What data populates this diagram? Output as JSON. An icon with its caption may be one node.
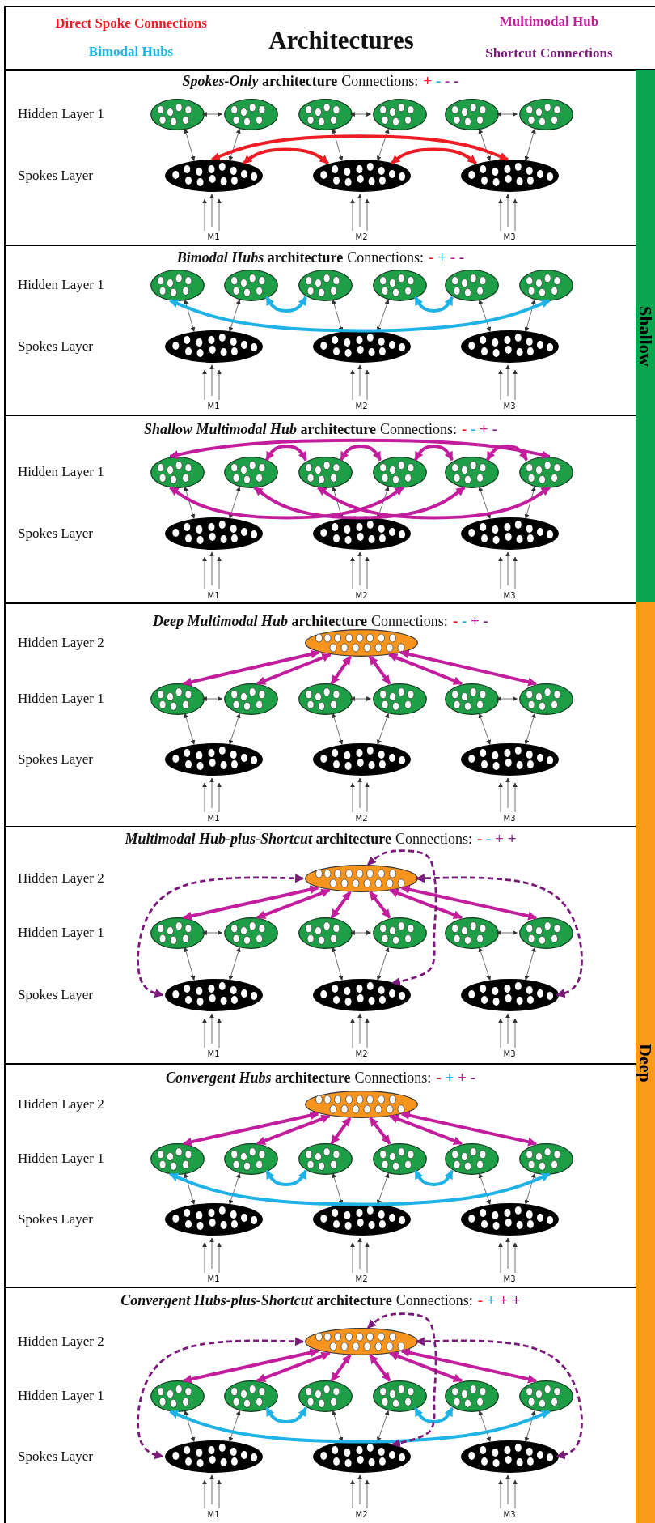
{
  "diagram": {
    "title": "Architectures",
    "nodes": [
      {
        "text": [
          "*Spokes-Only* architecture",
          "Connections:",
          "+ - - -",
          "Hidden Layer 1",
          "Spokes Layer"
        ]
      },
      {
        "text": [],
        "shape": "ellipse",
        "in": 0
      },
      {
        "text": [],
        "shape": "ellipse",
        "in": 0
      },
      {
        "text": [],
        "shape": "ellipse",
        "in": 0
      },
      {
        "text": [],
        "shape": "ellipse",
        "in": 0
      },
      {
        "text": [],
        "shape": "ellipse",
        "in": 0
      },
      {
        "text": [],
        "shape": "ellipse",
        "in": 0
      },
      {
        "text": [],
        "shape": "ellipse",
        "in": 0
      },
      {
        "text": [],
        "shape": "ellipse",
        "in": 0
      },
      {
        "text": [],
        "shape": "ellipse",
        "in": 0
      },
      {
        "text": [
          "M1"
        ],
        "in": 0
      },
      {
        "text": [
          "M2"
        ],
        "in": 0
      },
      {
        "text": [
          "M3"
        ],
        "in": 0
      },
      {
        "text": [
          "*Bimodal Hubs* architecture",
          "Connections:",
          "- + - -",
          "Hidden Layer 1",
          "Spokes Layer"
        ]
      },
      {
        "text": [],
        "shape": "ellipse",
        "in": 13
      },
      {
        "text": [],
        "shape": "ellipse",
        "in": 13
      },
      {
        "text": [],
        "shape": "ellipse",
        "in": 13
      },
      {
        "text": [],
        "shape": "ellipse",
        "in": 13
      },
      {
        "text": [],
        "shape": "ellipse",
        "in": 13
      },
      {
        "text": [],
        "shape": "ellipse",
        "in": 13
      },
      {
        "text": [],
        "shape": "ellipse",
        "in": 13
      },
      {
        "text": [],
        "shape": "ellipse",
        "in": 13
      },
      {
        "text": [],
        "shape": "ellipse",
        "in": 13
      },
      {
        "text": [
          "M1"
        ],
        "in": 13
      },
      {
        "text": [
          "M2"
        ],
        "in": 13
      },
      {
        "text": [
          "M3"
        ],
        "in": 13
      },
      {
        "text": [
          "*Shallow Multimodal Hub* architecture",
          "Connections:",
          "- - + -",
          "Hidden Layer 1",
          "Spokes Layer"
        ]
      },
      {
        "text": [],
        "shape": "ellipse",
        "in": 26
      },
      {
        "text": [],
        "shape": "ellipse",
        "in": 26
      },
      {
        "text": [],
        "shape": "ellipse",
        "in": 26
      },
      {
        "text": [],
        "shape": "ellipse",
        "in": 26
      },
      {
        "text": [],
        "shape": "ellipse",
        "in": 26
      },
      {
        "text": [],
        "shape": "ellipse",
        "in": 26
      },
      {
        "text": [],
        "shape": "ellipse",
        "in": 26
      },
      {
        "text": [],
        "shape": "ellipse",
        "in": 26
      },
      {
        "text": [],
        "shape": "ellipse",
        "in": 26
      },
      {
        "text": [
          "M1"
        ],
        "in": 26
      },
      {
        "text": [
          "M2"
        ],
        "in": 26
      },
      {
        "text": [
          "M3"
        ],
        "in": 26
      },
      {
        "text": [
          "*Deep Multimodal Hub* architecture",
          "Connections:",
          "- - + -",
          "Hidden Layer 2",
          "Hidden Layer 1",
          "Spokes Layer"
        ]
      },
      {
        "text": [],
        "shape": "ellipse",
        "in": 39
      },
      {
        "text": [],
        "shape": "ellipse",
        "in": 39
      },
      {
        "text": [],
        "shape": "ellipse",
        "in": 39
      },
      {
        "text": [],
        "shape": "ellipse",
        "in": 39
      },
      {
        "text": [],
        "shape": "ellipse",
        "in": 39
      },
      {
        "text": [],
        "shape": "ellipse",
        "in": 39
      },
      {
        "text": [],
        "shape": "ellipse",
        "in": 39
      },
      {
        "text": [],
        "shape": "ellipse",
        "in": 39
      },
      {
        "text": [],
        "shape": "ellipse",
        "in": 39
      },
      {
        "text": [],
        "shape": "ellipse",
        "in": 39
      },
      {
        "text": [
          "M1"
        ],
        "in": 39
      },
      {
        "text": [
          "M2"
        ],
        "in": 39
      },
      {
        "text": [
          "M3"
        ],
        "in": 39
      },
      {
        "text": [
          "*Multimodal Hub-plus-Shortcut* architecture",
          "Connections:",
          "- - + +",
          "Hidden Layer 2",
          "Hidden Layer 1",
          "Spokes Layer"
        ]
      },
      {
        "text": [],
        "shape": "ellipse",
        "in": 53
      },
      {
        "text": [],
        "shape": "ellipse",
        "in": 53
      },
      {
        "text": [],
        "shape": "ellipse",
        "in": 53
      },
      {
        "text": [],
        "shape": "ellipse",
        "in": 53
      },
      {
        "text": [],
        "shape": "ellipse",
        "in": 53
      },
      {
        "text": [],
        "shape": "ellipse",
        "in": 53
      },
      {
        "text": [],
        "shape": "ellipse",
        "in": 53
      },
      {
        "text": [],
        "shape": "ellipse",
        "in": 53
      },
      {
        "text": [],
        "shape": "ellipse",
        "in": 53
      },
      {
        "text": [],
        "shape": "ellipse",
        "in": 53
      },
      {
        "text": [
          "M1"
        ],
        "in": 53
      },
      {
        "text": [
          "M2"
        ],
        "in": 53
      },
      {
        "text": [
          "M3"
        ],
        "in": 53
      },
      {
        "text": [
          "*Convergent Hubs* architecture",
          "Connections:",
          "- + + -",
          "Hidden Layer 2",
          "Hidden Layer 1",
          "Spokes Layer"
        ]
      },
      {
        "text": [],
        "shape": "ellipse",
        "in": 67
      },
      {
        "text": [],
        "shape": "ellipse",
        "in": 67
      },
      {
        "text": [],
        "shape": "ellipse",
        "in": 67
      },
      {
        "text": [],
        "shape": "ellipse",
        "in": 67
      },
      {
        "text": [],
        "shape": "ellipse",
        "in": 67
      },
      {
        "text": [],
        "shape": "ellipse",
        "in": 67
      },
      {
        "text": [],
        "shape": "ellipse",
        "in": 67
      },
      {
        "text": [],
        "shape": "ellipse",
        "in": 67
      },
      {
        "text": [],
        "shape": "ellipse",
        "in": 67
      },
      {
        "text": [],
        "shape": "ellipse",
        "in": 67
      },
      {
        "text": [
          "M1"
        ],
        "in": 67
      },
      {
        "text": [
          "M2"
        ],
        "in": 67
      },
      {
        "text": [
          "M3"
        ],
        "in": 67
      },
      {
        "text": [
          "*Convergent Hubs-plus-Shortcut* architecture",
          "Connections:",
          "- + + +",
          "Hidden Layer 2",
          "Hidden Layer 1",
          "Spokes Layer"
        ]
      },
      {
        "text": [],
        "shape": "ellipse",
        "in": 81
      },
      {
        "text": [],
        "shape": "ellipse",
        "in": 81
      },
      {
        "text": [],
        "shape": "ellipse",
        "in": 81
      },
      {
        "text": [],
        "shape": "ellipse",
        "in": 81
      },
      {
        "text": [],
        "shape": "ellipse",
        "in": 81
      },
      {
        "text": [],
        "shape": "ellipse",
        "in": 81
      },
      {
        "text": [],
        "shape": "ellipse",
        "in": 81
      },
      {
        "text": [],
        "shape": "ellipse",
        "in": 81
      },
      {
        "text": [],
        "shape": "ellipse",
        "in": 81
      },
      {
        "text": [],
        "shape": "ellipse",
        "in": 81
      },
      {
        "text": [
          "M1"
        ],
        "in": 81
      },
      {
        "text": [
          "M2"
        ],
        "in": 81
      },
      {
        "text": [
          "M3"
        ],
        "in": 81
      },
      {
        "text": [
          "Shallow"
        ]
      },
      {
        "text": [
          "Deep"
        ]
      }
    ],
    "edges": [
      {
        "from": 1,
        "to": 2,
        "arrow": "both"
      },
      {
        "from": 3,
        "to": 4,
        "arrow": "both"
      },
      {
        "from": 5,
        "to": 6,
        "arrow": "both"
      },
      {
        "from": 1,
        "to": 7,
        "arrow": "both"
      },
      {
        "from": 2,
        "to": 7,
        "arrow": "both"
      },
      {
        "from": 3,
        "to": 8,
        "arrow": "both"
      },
      {
        "from": 4,
        "to": 8,
        "arrow": "both"
      },
      {
        "from": 5,
        "to": 9,
        "arrow": "both"
      },
      {
        "from": 6,
        "to": 9,
        "arrow": "both"
      },
      {
        "from": 7,
        "to": 8,
        "arrow": "both",
        "style": "thick",
        "color": "#ee1c24"
      },
      {
        "from": 8,
        "to": 9,
        "arrow": "both",
        "style": "thick",
        "color": "#ee1c24"
      },
      {
        "from": 7,
        "to": 9,
        "arrow": "both",
        "style": "thick",
        "color": "#ee1c24"
      },
      {
        "from": 10,
        "to": 7,
        "arrow": "to"
      },
      {
        "from": 10,
        "to": 7,
        "arrow": "to"
      },
      {
        "from": 10,
        "to": 7,
        "arrow": "to"
      },
      {
        "from": 11,
        "to": 8,
        "arrow": "to"
      },
      {
        "from": 11,
        "to": 8,
        "arrow": "to"
      },
      {
        "from": 11,
        "to": 8,
        "arrow": "to"
      },
      {
        "from": 12,
        "to": 9,
        "arrow": "to"
      },
      {
        "from": 12,
        "to": 9,
        "arrow": "to"
      },
      {
        "from": 12,
        "to": 9,
        "arrow": "to"
      },
      {
        "from": 14,
        "to": 20,
        "arrow": "both"
      },
      {
        "from": 15,
        "to": 20,
        "arrow": "both"
      },
      {
        "from": 16,
        "to": 21,
        "arrow": "both"
      },
      {
        "from": 17,
        "to": 21,
        "arrow": "both"
      },
      {
        "from": 18,
        "to": 22,
        "arrow": "both"
      },
      {
        "from": 19,
        "to": 22,
        "arrow": "both"
      },
      {
        "from": 14,
        "to": 19,
        "arrow": "both",
        "style": "thick",
        "color": "#1fb2e6"
      },
      {
        "from": 15,
        "to": 16,
        "arrow": "both",
        "style": "thick",
        "color": "#1fb2e6"
      },
      {
        "from": 17,
        "to": 18,
        "arrow": "both",
        "style": "thick",
        "color": "#1fb2e6"
      },
      {
        "from": 23,
        "to": 20,
        "arrow": "to"
      },
      {
        "from": 23,
        "to": 20,
        "arrow": "to"
      },
      {
        "from": 23,
        "to": 20,
        "arrow": "to"
      },
      {
        "from": 24,
        "to": 21,
        "arrow": "to"
      },
      {
        "from": 24,
        "to": 21,
        "arrow": "to"
      },
      {
        "from": 24,
        "to": 21,
        "arrow": "to"
      },
      {
        "from": 25,
        "to": 22,
        "arrow": "to"
      },
      {
        "from": 25,
        "to": 22,
        "arrow": "to"
      },
      {
        "from": 25,
        "to": 22,
        "arrow": "to"
      },
      {
        "from": 27,
        "to": 33,
        "arrow": "both"
      },
      {
        "from": 28,
        "to": 33,
        "arrow": "both"
      },
      {
        "from": 29,
        "to": 34,
        "arrow": "both"
      },
      {
        "from": 30,
        "to": 34,
        "arrow": "both"
      },
      {
        "from": 31,
        "to": 35,
        "arrow": "both"
      },
      {
        "from": 32,
        "to": 35,
        "arrow": "both"
      },
      {
        "from": 27,
        "to": 32,
        "arrow": "both",
        "style": "thick",
        "color": "#c21d9c"
      },
      {
        "from": 28,
        "to": 29,
        "arrow": "both",
        "style": "thick",
        "color": "#c21d9c"
      },
      {
        "from": 29,
        "to": 30,
        "arrow": "both",
        "style": "thick",
        "color": "#c21d9c"
      },
      {
        "from": 30,
        "to": 31,
        "arrow": "both",
        "style": "thick",
        "color": "#c21d9c"
      },
      {
        "from": 31,
        "to": 32,
        "arrow": "both",
        "style": "thick",
        "color": "#c21d9c"
      },
      {
        "from": 27,
        "to": 30,
        "arrow": "both",
        "style": "thick",
        "color": "#c21d9c"
      },
      {
        "from": 28,
        "to": 31,
        "arrow": "both",
        "style": "thick",
        "color": "#c21d9c"
      },
      {
        "from": 29,
        "to": 32,
        "arrow": "both",
        "style": "thick",
        "color": "#c21d9c"
      },
      {
        "from": 36,
        "to": 33,
        "arrow": "to"
      },
      {
        "from": 36,
        "to": 33,
        "arrow": "to"
      },
      {
        "from": 36,
        "to": 33,
        "arrow": "to"
      },
      {
        "from": 37,
        "to": 34,
        "arrow": "to"
      },
      {
        "from": 37,
        "to": 34,
        "arrow": "to"
      },
      {
        "from": 37,
        "to": 34,
        "arrow": "to"
      },
      {
        "from": 38,
        "to": 35,
        "arrow": "to"
      },
      {
        "from": 38,
        "to": 35,
        "arrow": "to"
      },
      {
        "from": 38,
        "to": 35,
        "arrow": "to"
      },
      {
        "from": 41,
        "to": 42,
        "arrow": "both"
      },
      {
        "from": 43,
        "to": 44,
        "arrow": "both"
      },
      {
        "from": 45,
        "to": 46,
        "arrow": "both"
      },
      {
        "from": 41,
        "to": 47,
        "arrow": "both"
      },
      {
        "from": 42,
        "to": 47,
        "arrow": "both"
      },
      {
        "from": 43,
        "to": 48,
        "arrow": "both"
      },
      {
        "from": 44,
        "to": 48,
        "arrow": "both"
      },
      {
        "from": 45,
        "to": 49,
        "arrow": "both"
      },
      {
        "from": 46,
        "to": 49,
        "arrow": "both"
      },
      {
        "from": 40,
        "to": 41,
        "arrow": "both",
        "style": "thick",
        "color": "#c21d9c"
      },
      {
        "from": 40,
        "to": 42,
        "arrow": "both",
        "style": "thick",
        "color": "#c21d9c"
      },
      {
        "from": 40,
        "to": 43,
        "arrow": "both",
        "style": "thick",
        "color": "#c21d9c"
      },
      {
        "from": 40,
        "to": 44,
        "arrow": "both",
        "style": "thick",
        "color": "#c21d9c"
      },
      {
        "from": 40,
        "to": 45,
        "arrow": "both",
        "style": "thick",
        "color": "#c21d9c"
      },
      {
        "from": 40,
        "to": 46,
        "arrow": "both",
        "style": "thick",
        "color": "#c21d9c"
      },
      {
        "from": 50,
        "to": 47,
        "arrow": "to"
      },
      {
        "from": 50,
        "to": 47,
        "arrow": "to"
      },
      {
        "from": 50,
        "to": 47,
        "arrow": "to"
      },
      {
        "from": 51,
        "to": 48,
        "arrow": "to"
      },
      {
        "from": 51,
        "to": 48,
        "arrow": "to"
      },
      {
        "from": 51,
        "to": 48,
        "arrow": "to"
      },
      {
        "from": 52,
        "to": 49,
        "arrow": "to"
      },
      {
        "from": 52,
        "to": 49,
        "arrow": "to"
      },
      {
        "from": 52,
        "to": 49,
        "arrow": "to"
      },
      {
        "from": 55,
        "to": 56,
        "arrow": "both"
      },
      {
        "from": 57,
        "to": 58,
        "arrow": "both"
      },
      {
        "from": 59,
        "to": 60,
        "arrow": "both"
      },
      {
        "from": 55,
        "to": 61,
        "arrow": "both"
      },
      {
        "from": 56,
        "to": 61,
        "arrow": "both"
      },
      {
        "from": 57,
        "to": 62,
        "arrow": "both"
      },
      {
        "from": 58,
        "to": 62,
        "arrow": "both"
      },
      {
        "from": 59,
        "to": 63,
        "arrow": "both"
      },
      {
        "from": 60,
        "to": 63,
        "arrow": "both"
      },
      {
        "from": 54,
        "to": 55,
        "arrow": "both",
        "style": "thick",
        "color": "#c21d9c"
      },
      {
        "from": 54,
        "to": 56,
        "arrow": "both",
        "style": "thick",
        "color": "#c21d9c"
      },
      {
        "from": 54,
        "to": 57,
        "arrow": "both",
        "style": "thick",
        "color": "#c21d9c"
      },
      {
        "from": 54,
        "to": 58,
        "arrow": "both",
        "style": "thick",
        "color": "#c21d9c"
      },
      {
        "from": 54,
        "to": 59,
        "arrow": "both",
        "style": "thick",
        "color": "#c21d9c"
      },
      {
        "from": 54,
        "to": 60,
        "arrow": "both",
        "style": "thick",
        "color": "#c21d9c"
      },
      {
        "from": 54,
        "to": 61,
        "arrow": "both",
        "style": "dashed",
        "color": "#7a1a7a"
      },
      {
        "from": 54,
        "to": 62,
        "arrow": "both",
        "style": "dashed",
        "color": "#7a1a7a"
      },
      {
        "from": 54,
        "to": 63,
        "arrow": "both",
        "style": "dashed",
        "color": "#7a1a7a"
      },
      {
        "from": 64,
        "to": 61,
        "arrow": "to"
      },
      {
        "from": 64,
        "to": 61,
        "arrow": "to"
      },
      {
        "from": 64,
        "to": 61,
        "arrow": "to"
      },
      {
        "from": 65,
        "to": 62,
        "arrow": "to"
      },
      {
        "from": 65,
        "to": 62,
        "arrow": "to"
      },
      {
        "from": 65,
        "to": 62,
        "arrow": "to"
      },
      {
        "from": 66,
        "to": 63,
        "arrow": "to"
      },
      {
        "from": 66,
        "to": 63,
        "arrow": "to"
      },
      {
        "from": 66,
        "to": 63,
        "arrow": "to"
      },
      {
        "from": 69,
        "to": 75,
        "arrow": "both"
      },
      {
        "from": 70,
        "to": 75,
        "arrow": "both"
      },
      {
        "from": 71,
        "to": 76,
        "arrow": "both"
      },
      {
        "from": 72,
        "to": 76,
        "arrow": "both"
      },
      {
        "from": 73,
        "to": 77,
        "arrow": "both"
      },
      {
        "from": 74,
        "to": 77,
        "arrow": "both"
      },
      {
        "from": 68,
        "to": 69,
        "arrow": "both",
        "style": "thick",
        "color": "#c21d9c"
      },
      {
        "from": 68,
        "to": 70,
        "arrow": "both",
        "style": "thick",
        "color": "#c21d9c"
      },
      {
        "from": 68,
        "to": 71,
        "arrow": "both",
        "style": "thick",
        "color": "#c21d9c"
      },
      {
        "from": 68,
        "to": 72,
        "arrow": "both",
        "style": "thick",
        "color": "#c21d9c"
      },
      {
        "from": 68,
        "to": 73,
        "arrow": "both",
        "style": "thick",
        "color": "#c21d9c"
      },
      {
        "from": 68,
        "to": 74,
        "arrow": "both",
        "style": "thick",
        "color": "#c21d9c"
      },
      {
        "from": 69,
        "to": 74,
        "arrow": "both",
        "style": "thick",
        "color": "#1fb2e6"
      },
      {
        "from": 70,
        "to": 71,
        "arrow": "both",
        "style": "thick",
        "color": "#1fb2e6"
      },
      {
        "from": 72,
        "to": 73,
        "arrow": "both",
        "style": "thick",
        "color": "#1fb2e6"
      },
      {
        "from": 78,
        "to": 75,
        "arrow": "to"
      },
      {
        "from": 78,
        "to": 75,
        "arrow": "to"
      },
      {
        "from": 78,
        "to": 75,
        "arrow": "to"
      },
      {
        "from": 79,
        "to": 76,
        "arrow": "to"
      },
      {
        "from": 79,
        "to": 76,
        "arrow": "to"
      },
      {
        "from": 79,
        "to": 76,
        "arrow": "to"
      },
      {
        "from": 80,
        "to": 77,
        "arrow": "to"
      },
      {
        "from": 80,
        "to": 77,
        "arrow": "to"
      },
      {
        "from": 80,
        "to": 77,
        "arrow": "to"
      },
      {
        "from": 83,
        "to": 89,
        "arrow": "both"
      },
      {
        "from": 84,
        "to": 89,
        "arrow": "both"
      },
      {
        "from": 85,
        "to": 90,
        "arrow": "both"
      },
      {
        "from": 86,
        "to": 90,
        "arrow": "both"
      },
      {
        "from": 87,
        "to": 91,
        "arrow": "both"
      },
      {
        "from": 88,
        "to": 91,
        "arrow": "both"
      },
      {
        "from": 82,
        "to": 83,
        "arrow": "both",
        "style": "thick",
        "color": "#c21d9c"
      },
      {
        "from": 82,
        "to": 84,
        "arrow": "both",
        "style": "thick",
        "color": "#c21d9c"
      },
      {
        "from": 82,
        "to": 85,
        "arrow": "both",
        "style": "thick",
        "color": "#c21d9c"
      },
      {
        "from": 82,
        "to": 86,
        "arrow": "both",
        "style": "thick",
        "color": "#c21d9c"
      },
      {
        "from": 82,
        "to": 87,
        "arrow": "both",
        "style": "thick",
        "color": "#c21d9c"
      },
      {
        "from": 82,
        "to": 88,
        "arrow": "both",
        "style": "thick",
        "color": "#c21d9c"
      },
      {
        "from": 83,
        "to": 88,
        "arrow": "both",
        "style": "thick",
        "color": "#1fb2e6"
      },
      {
        "from": 84,
        "to": 85,
        "arrow": "both",
        "style": "thick",
        "color": "#1fb2e6"
      },
      {
        "from": 86,
        "to": 87,
        "arrow": "both",
        "style": "thick",
        "color": "#1fb2e6"
      },
      {
        "from": 82,
        "to": 89,
        "arrow": "both",
        "style": "dashed",
        "color": "#7a1a7a"
      },
      {
        "from": 82,
        "to": 90,
        "arrow": "both",
        "style": "dashed",
        "color": "#7a1a7a"
      },
      {
        "from": 82,
        "to": 91,
        "arrow": "both",
        "style": "dashed",
        "color": "#7a1a7a"
      },
      {
        "from": 92,
        "to": 89,
        "arrow": "to"
      },
      {
        "from": 92,
        "to": 89,
        "arrow": "to"
      },
      {
        "from": 92,
        "to": 89,
        "arrow": "to"
      },
      {
        "from": 93,
        "to": 90,
        "arrow": "to"
      },
      {
        "from": 93,
        "to": 90,
        "arrow": "to"
      },
      {
        "from": 93,
        "to": 90,
        "arrow": "to"
      },
      {
        "from": 94,
        "to": 91,
        "arrow": "to"
      },
      {
        "from": 94,
        "to": 91,
        "arrow": "to"
      },
      {
        "from": 94,
        "to": 91,
        "arrow": "to"
      }
    ],
    "legend": [
      {
        "text": "Direct Spoke Connections",
        "color": "#ee1c24"
      },
      {
        "text": "Bimodal Hubs",
        "color": "#1fb2e6"
      },
      {
        "text": "Multimodal Hub",
        "color": "#c21d9c"
      },
      {
        "text": "Shortcut Connections",
        "color": "#7a1a7a"
      }
    ]
  }
}
